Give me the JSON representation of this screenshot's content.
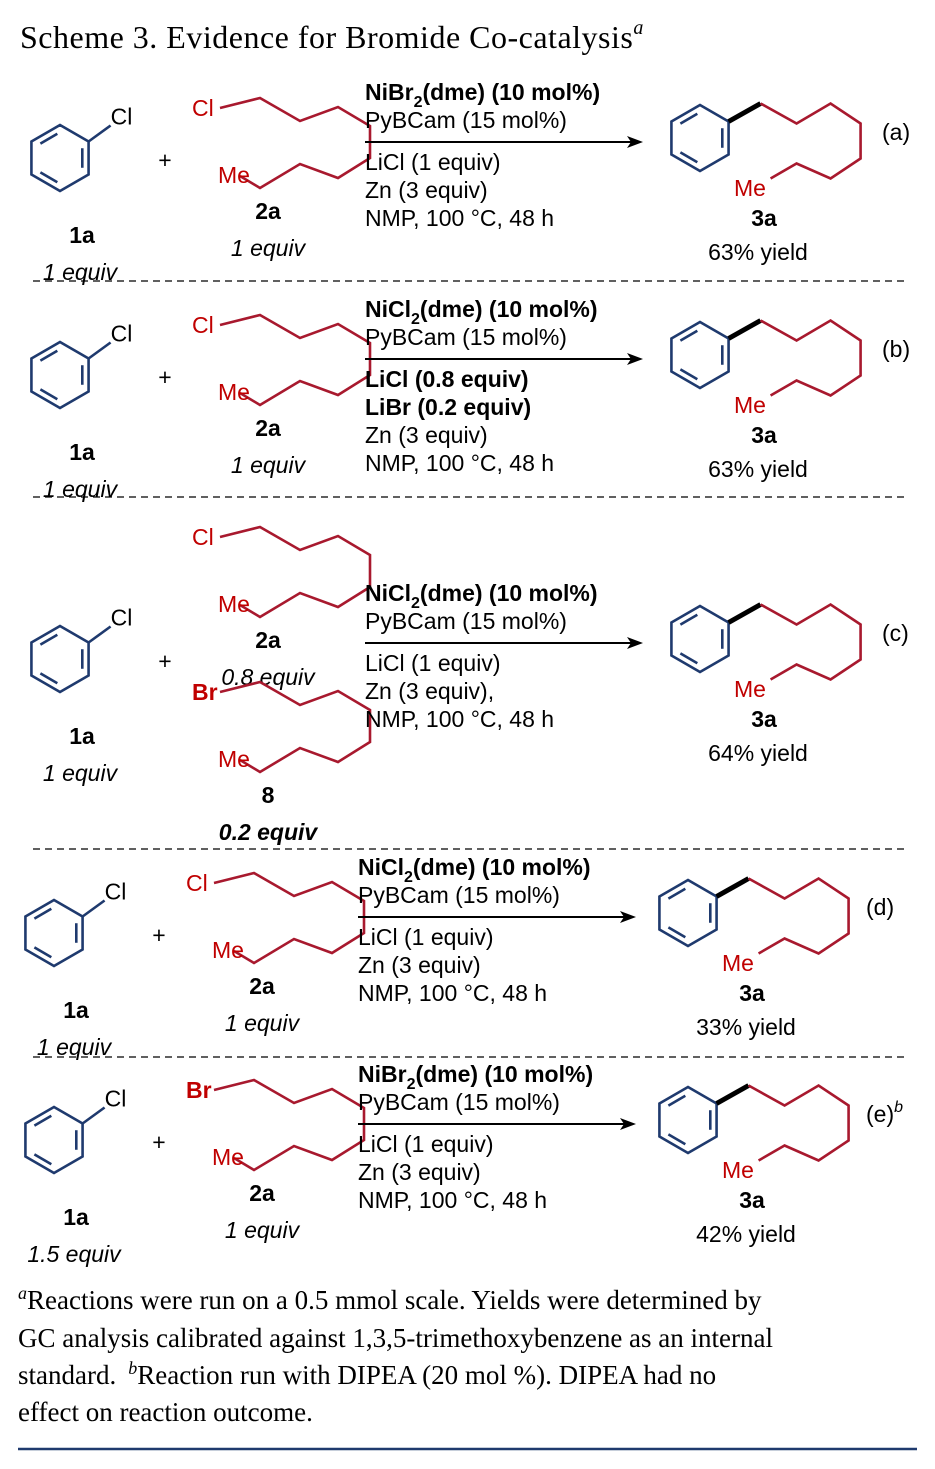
{
  "title": {
    "main": "Scheme 3. Evidence for Bromide Co-catalysis",
    "sup": "a"
  },
  "atoms": {
    "cl": "Cl",
    "me": "Me",
    "br": "Br"
  },
  "plus": "+",
  "reactions": [
    {
      "tag": "(a)",
      "tag_sup": "",
      "aryl": {
        "label": "1a",
        "equiv": "1 equiv"
      },
      "alkyl": {
        "x": "Cl",
        "label": "2a",
        "equiv": "1 equiv"
      },
      "cond_bold": {
        "pre": "NiBr",
        "sub": "2",
        "post": "(dme) (10 mol%)"
      },
      "conditions": [
        "PyBCam (15 mol%)",
        "LiCl (1 equiv)",
        "Zn (3 equiv)",
        "NMP, 100 °C, 48 h"
      ],
      "bold_lines": [],
      "product": {
        "label": "3a",
        "yield": "63% yield"
      }
    },
    {
      "tag": "(b)",
      "tag_sup": "",
      "aryl": {
        "label": "1a",
        "equiv": "1 equiv"
      },
      "alkyl": {
        "x": "Cl",
        "label": "2a",
        "equiv": "1 equiv"
      },
      "cond_bold": {
        "pre": "NiCl",
        "sub": "2",
        "post": "(dme) (10 mol%)"
      },
      "conditions": [
        "PyBCam (15 mol%)",
        "LiCl (0.8 equiv)",
        "LiBr (0.2 equiv)",
        "Zn (3 equiv)",
        "NMP, 100 °C, 48 h"
      ],
      "bold_lines": [
        1,
        2
      ],
      "product": {
        "label": "3a",
        "yield": "63% yield"
      }
    },
    {
      "tag": "(c)",
      "tag_sup": "",
      "aryl": {
        "label": "1a",
        "equiv": "1 equiv"
      },
      "alkyl": {
        "x": "Cl",
        "label": "2a",
        "equiv": "0.8 equiv"
      },
      "alkyl2": {
        "x": "Br",
        "label": "8",
        "equiv": "0.2 equiv"
      },
      "cond_bold": {
        "pre": "NiCl",
        "sub": "2",
        "post": "(dme) (10 mol%)"
      },
      "conditions": [
        "PyBCam (15 mol%)",
        "LiCl (1 equiv)",
        "Zn (3 equiv),",
        "NMP, 100 °C, 48 h"
      ],
      "bold_lines": [],
      "product": {
        "label": "3a",
        "yield": "64% yield"
      }
    },
    {
      "tag": "(d)",
      "tag_sup": "",
      "aryl": {
        "label": "1a",
        "equiv": "1 equiv"
      },
      "alkyl": {
        "x": "Cl",
        "label": "2a",
        "equiv": "1 equiv"
      },
      "cond_bold": {
        "pre": "NiCl",
        "sub": "2",
        "post": "(dme) (10 mol%)"
      },
      "conditions": [
        "PyBCam (15 mol%)",
        "LiCl (1 equiv)",
        "Zn (3 equiv)",
        "NMP, 100 °C, 48 h"
      ],
      "bold_lines": [],
      "product": {
        "label": "3a",
        "yield": "33% yield"
      }
    },
    {
      "tag": "(e)",
      "tag_sup": "b",
      "aryl": {
        "label": "1a",
        "equiv": "1.5 equiv"
      },
      "alkyl": {
        "x": "Br",
        "label": "2a",
        "equiv": "1 equiv"
      },
      "cond_bold": {
        "pre": "NiBr",
        "sub": "2",
        "post": "(dme) (10 mol%)"
      },
      "conditions": [
        "PyBCam (15 mol%)",
        "LiCl (1 equiv)",
        "Zn (3 equiv)",
        "NMP, 100 °C, 48 h"
      ],
      "bold_lines": [],
      "product": {
        "label": "3a",
        "yield": "42% yield"
      }
    }
  ],
  "footnote": {
    "a_mark": "a",
    "line1": "Reactions were run on a 0.5 mmol scale. Yields were determined by",
    "line2": "GC analysis calibrated against 1,3,5-trimethoxybenzene as an internal",
    "line3_pre": "standard.",
    "b_mark": "b",
    "line3_post": "Reaction run with DIPEA (20 mol %). DIPEA had no",
    "line4": "effect on reaction outcome."
  }
}
